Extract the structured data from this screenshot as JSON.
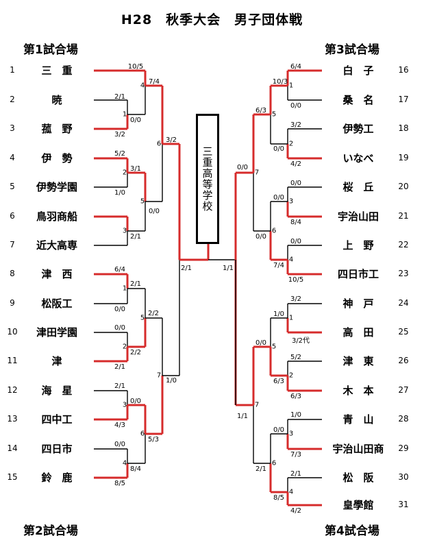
{
  "title": "H28　秋季大会　男子団体戦",
  "venues": {
    "v1": "第1試合場",
    "v2": "第2試合場",
    "v3": "第3試合場",
    "v4": "第4試合場"
  },
  "champion": "三重高等学校",
  "colors": {
    "win": "#d62b2b",
    "line": "#000000"
  },
  "left_teams": [
    {
      "seed": "1",
      "name": "三　重"
    },
    {
      "seed": "2",
      "name": "暁"
    },
    {
      "seed": "3",
      "name": "菰　野"
    },
    {
      "seed": "4",
      "name": "伊　勢"
    },
    {
      "seed": "5",
      "name": "伊勢学園"
    },
    {
      "seed": "6",
      "name": "鳥羽商船"
    },
    {
      "seed": "7",
      "name": "近大高専"
    },
    {
      "seed": "8",
      "name": "津　西"
    },
    {
      "seed": "9",
      "name": "松阪工"
    },
    {
      "seed": "10",
      "name": "津田学園"
    },
    {
      "seed": "11",
      "name": "津"
    },
    {
      "seed": "12",
      "name": "海　星"
    },
    {
      "seed": "13",
      "name": "四中工"
    },
    {
      "seed": "14",
      "name": "四日市"
    },
    {
      "seed": "15",
      "name": "鈴　鹿"
    }
  ],
  "right_teams": [
    {
      "seed": "16",
      "name": "白　子"
    },
    {
      "seed": "17",
      "name": "桑　名"
    },
    {
      "seed": "18",
      "name": "伊勢工"
    },
    {
      "seed": "19",
      "name": "いなべ"
    },
    {
      "seed": "20",
      "name": "桜　丘"
    },
    {
      "seed": "21",
      "name": "宇治山田"
    },
    {
      "seed": "22",
      "name": "上　野"
    },
    {
      "seed": "23",
      "name": "四日市工"
    },
    {
      "seed": "24",
      "name": "神　戸"
    },
    {
      "seed": "25",
      "name": "高　田"
    },
    {
      "seed": "26",
      "name": "津　東"
    },
    {
      "seed": "27",
      "name": "木　本"
    },
    {
      "seed": "28",
      "name": "青　山"
    },
    {
      "seed": "29",
      "name": "宇治山田商"
    },
    {
      "seed": "30",
      "name": "松　阪"
    },
    {
      "seed": "31",
      "name": "皇學館"
    }
  ],
  "match_numbers": {
    "l_1": "4",
    "l_2": "1",
    "l_3": "2",
    "l_4": "5",
    "l_5": "3",
    "l_6": "6",
    "l_7": "1",
    "l_8": "5",
    "l_9": "2",
    "l_10": "7",
    "l_11": "3",
    "l_12": "6",
    "l_13": "4",
    "r_1": "1",
    "r_2": "5",
    "r_3": "2",
    "r_4": "7",
    "r_5": "3",
    "r_6": "6",
    "r_7": "4",
    "r_8": "1",
    "r_9": "5",
    "r_10": "2",
    "r_11": "7",
    "r_12": "3",
    "r_13": "6",
    "r_14": "4"
  },
  "scores": {
    "s1": "10/5",
    "s2": "7/4",
    "s3": "2/1",
    "s4": "0/0",
    "s5": "3/2",
    "s6": "3/2",
    "s7": "5/2",
    "s8": "3/1",
    "s9": "1/0",
    "s10": "0/0",
    "s11": "2/1",
    "s12": "6/4",
    "s13": "2/1",
    "s14": "0/0",
    "s15": "2/2",
    "s16": "0/0",
    "s17": "2/2",
    "s18": "2/1",
    "s19": "1/0",
    "s20": "2/1",
    "s21": "0/0",
    "s22": "4/3",
    "s23": "5/3",
    "s24": "0/0",
    "s25": "8/4",
    "s26": "8/5",
    "s27": "2/1",
    "s28": "1/1",
    "r1": "6/4",
    "r2": "10/3",
    "r3": "0/0",
    "r4": "6/3",
    "r5": "3/2",
    "r6": "0/0",
    "r7": "4/2",
    "r8": "0/0",
    "r9": "0/0",
    "r10": "0/0",
    "r11": "8/4",
    "r12": "0/0",
    "r13": "0/0",
    "r14": "7/4",
    "r15": "10/5",
    "r16": "3/2",
    "r17": "1/0",
    "r18": "3/2代",
    "r19": "0/0",
    "r20": "5/2",
    "r21": "6/3",
    "r22": "6/3",
    "r23": "1/1",
    "r24": "1/0",
    "r25": "0/0",
    "r26": "7/3",
    "r27": "2/1",
    "r28": "2/1",
    "r29": "8/5",
    "r30": "4/2"
  }
}
